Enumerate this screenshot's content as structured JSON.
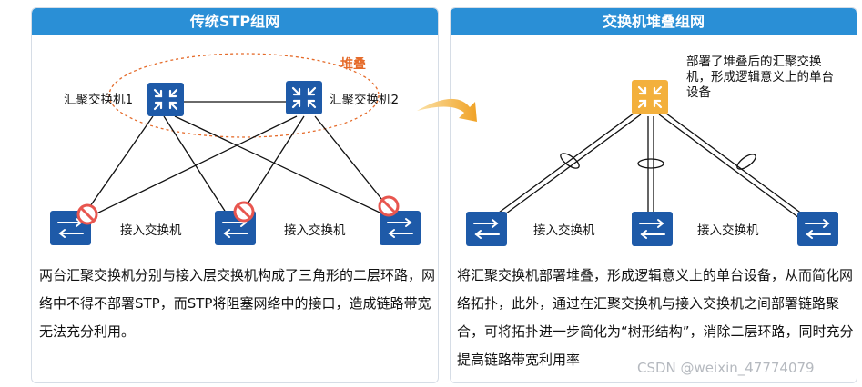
{
  "left_panel": {
    "title": "传统STP组网",
    "stack_label": "堆叠",
    "agg1_label": "汇聚交换机1",
    "agg2_label": "汇聚交换机2",
    "access_label_1": "接入交换机",
    "access_label_2": "接入交换机",
    "description": "两台汇聚交换机分别与接入层交换机构成了三角形的二层环路，网络中不得不部署STP，而STP将阻塞网络中的接口，造成链路带宽无法充分利用。"
  },
  "right_panel": {
    "title": "交换机堆叠组网",
    "stack_note": "部署了堆叠后的汇聚交换机，形成逻辑意义上的单台设备",
    "access_label_1": "接入交换机",
    "access_label_2": "接入交换机",
    "description": "将汇聚交换机部署堆叠，形成逻辑意义上的单台设备，从而简化网络拓扑，此外，通过在汇聚交换机与接入交换机之间部署链路聚合，可将拓扑进一步简化为“树形结构”，消除二层环路，同时充分提高链路带宽利用率"
  },
  "watermark": "CSDN @weixin_47774079",
  "colors": {
    "header_blue": "#2a8fd6",
    "device_blue": "#1e5aa8",
    "stacked_device_orange": "#f3b03c",
    "block_red": "#e8564f",
    "stack_ellipse": "#e56b2a"
  }
}
